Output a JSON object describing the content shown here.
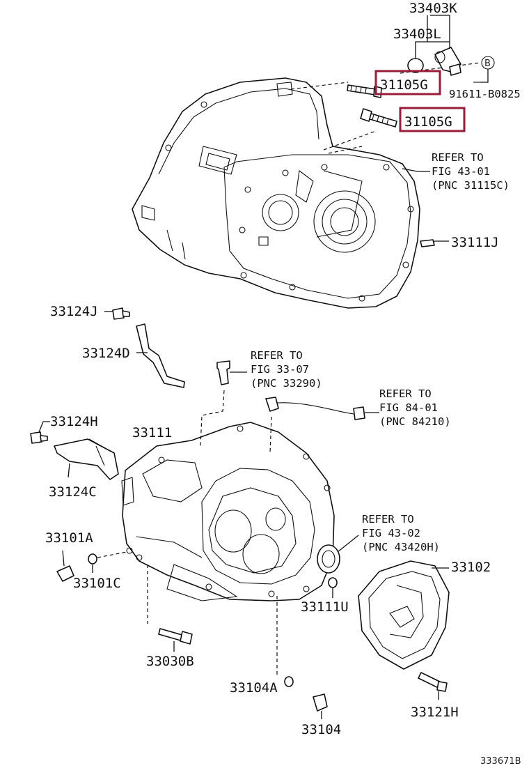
{
  "highlight_color": "#9b1c3a",
  "labels": {
    "p33403K": "33403K",
    "p33403L": "33403L",
    "p31105G_a": "31105G",
    "p31105G_b": "31105G",
    "callout_b": "B",
    "p91611": "91611-B0825",
    "p33111J": "33111J",
    "p33124J": "33124J",
    "p33124D": "33124D",
    "p33124H": "33124H",
    "p33111": "33111",
    "p33124C": "33124C",
    "p33101A": "33101A",
    "p33101C": "33101C",
    "p33111U": "33111U",
    "p33102": "33102",
    "p33030B": "33030B",
    "p33104A": "33104A",
    "p33121H": "33121H",
    "p33104": "33104"
  },
  "refs": {
    "r1": {
      "l1": "REFER TO",
      "l2": "FIG 43-01",
      "l3": "(PNC 31115C)"
    },
    "r2": {
      "l1": "REFER TO",
      "l2": "FIG 33-07",
      "l3": "(PNC 33290)"
    },
    "r3": {
      "l1": "REFER TO",
      "l2": "FIG 84-01",
      "l3": "(PNC 84210)"
    },
    "r4": {
      "l1": "REFER TO",
      "l2": "FIG 43-02",
      "l3": "(PNC 43420H)"
    }
  },
  "figure_id": "333671B"
}
